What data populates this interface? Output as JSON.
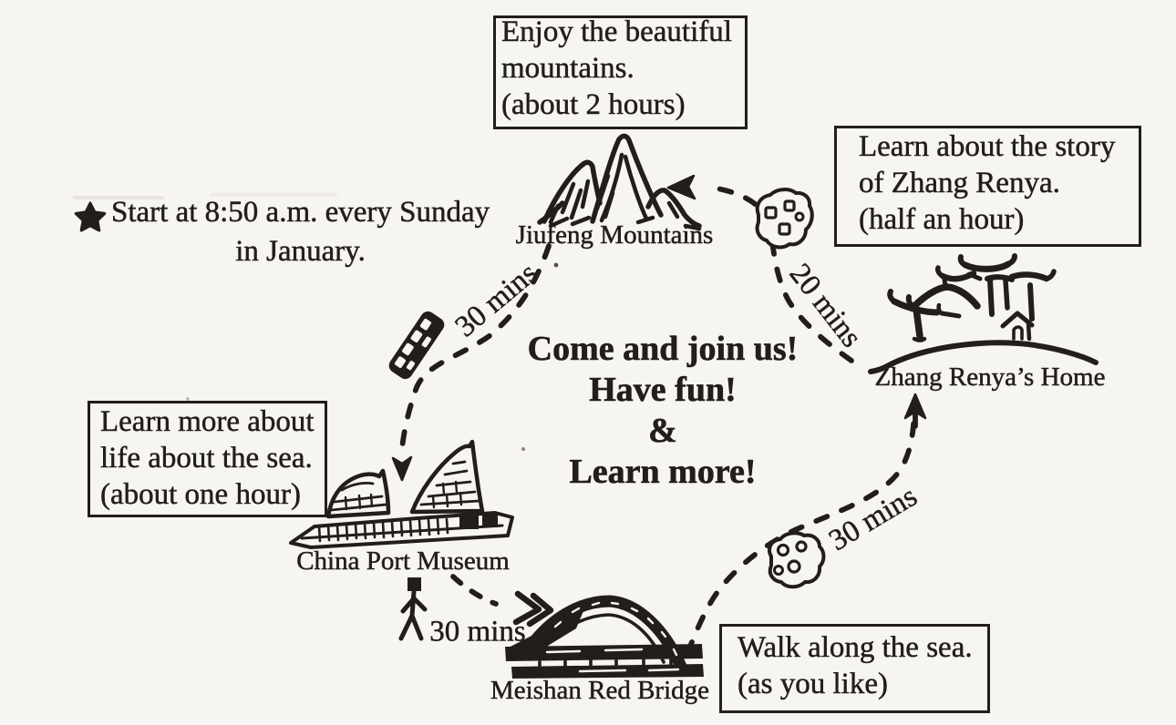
{
  "colors": {
    "paper": "#f7f5f1",
    "ink": "#221e1a"
  },
  "note": {
    "line1": "Start at 8:50 a.m. every Sunday",
    "line2": "in January."
  },
  "motto": {
    "line1": "Come and join us!",
    "line2": "Have fun!",
    "line3": "&",
    "line4": "Learn more!"
  },
  "boxes": {
    "mountains": {
      "lines": [
        "Enjoy the beautiful",
        "mountains.",
        "(about 2 hours)"
      ]
    },
    "story": {
      "lines": [
        "Learn about the story",
        "of Zhang Renya.",
        "(half an hour)"
      ]
    },
    "sea": {
      "lines": [
        "Learn more about",
        "life about the sea.",
        "(about one hour)"
      ]
    },
    "walk": {
      "lines": [
        "Walk along the sea.",
        "(as you like)"
      ]
    }
  },
  "places": {
    "mountains": "Jiufeng Mountains",
    "home": "Zhang Renya’s Home",
    "museum": "China Port Museum",
    "bridge": "Meishan Red Bridge"
  },
  "durations": {
    "home_to_mountains": "20 mins",
    "mountains_to_museum": "30 mins",
    "museum_to_bridge": "30 mins",
    "bridge_to_home": "30 mins"
  }
}
